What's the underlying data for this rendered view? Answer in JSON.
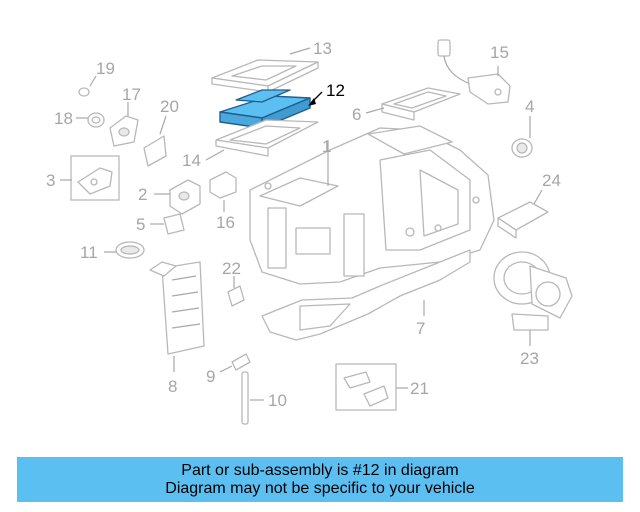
{
  "diagram": {
    "highlight_color": "#5bbff2",
    "highlighted_part": "12",
    "labels": {
      "l1": "1",
      "l2": "2",
      "l3": "3",
      "l4": "4",
      "l5": "5",
      "l6": "6",
      "l7": "7",
      "l8": "8",
      "l9": "9",
      "l10": "10",
      "l11": "11",
      "l12": "12",
      "l13": "13",
      "l14": "14",
      "l15": "15",
      "l16": "16",
      "l17": "17",
      "l18": "18",
      "l19": "19",
      "l20": "20",
      "l21": "21",
      "l22": "22",
      "l23": "23",
      "l24": "24"
    }
  },
  "caption": {
    "line1": "Part or sub-assembly is #12 in diagram",
    "line2": "Diagram may not be specific to your vehicle",
    "background": "#5bbff2"
  }
}
